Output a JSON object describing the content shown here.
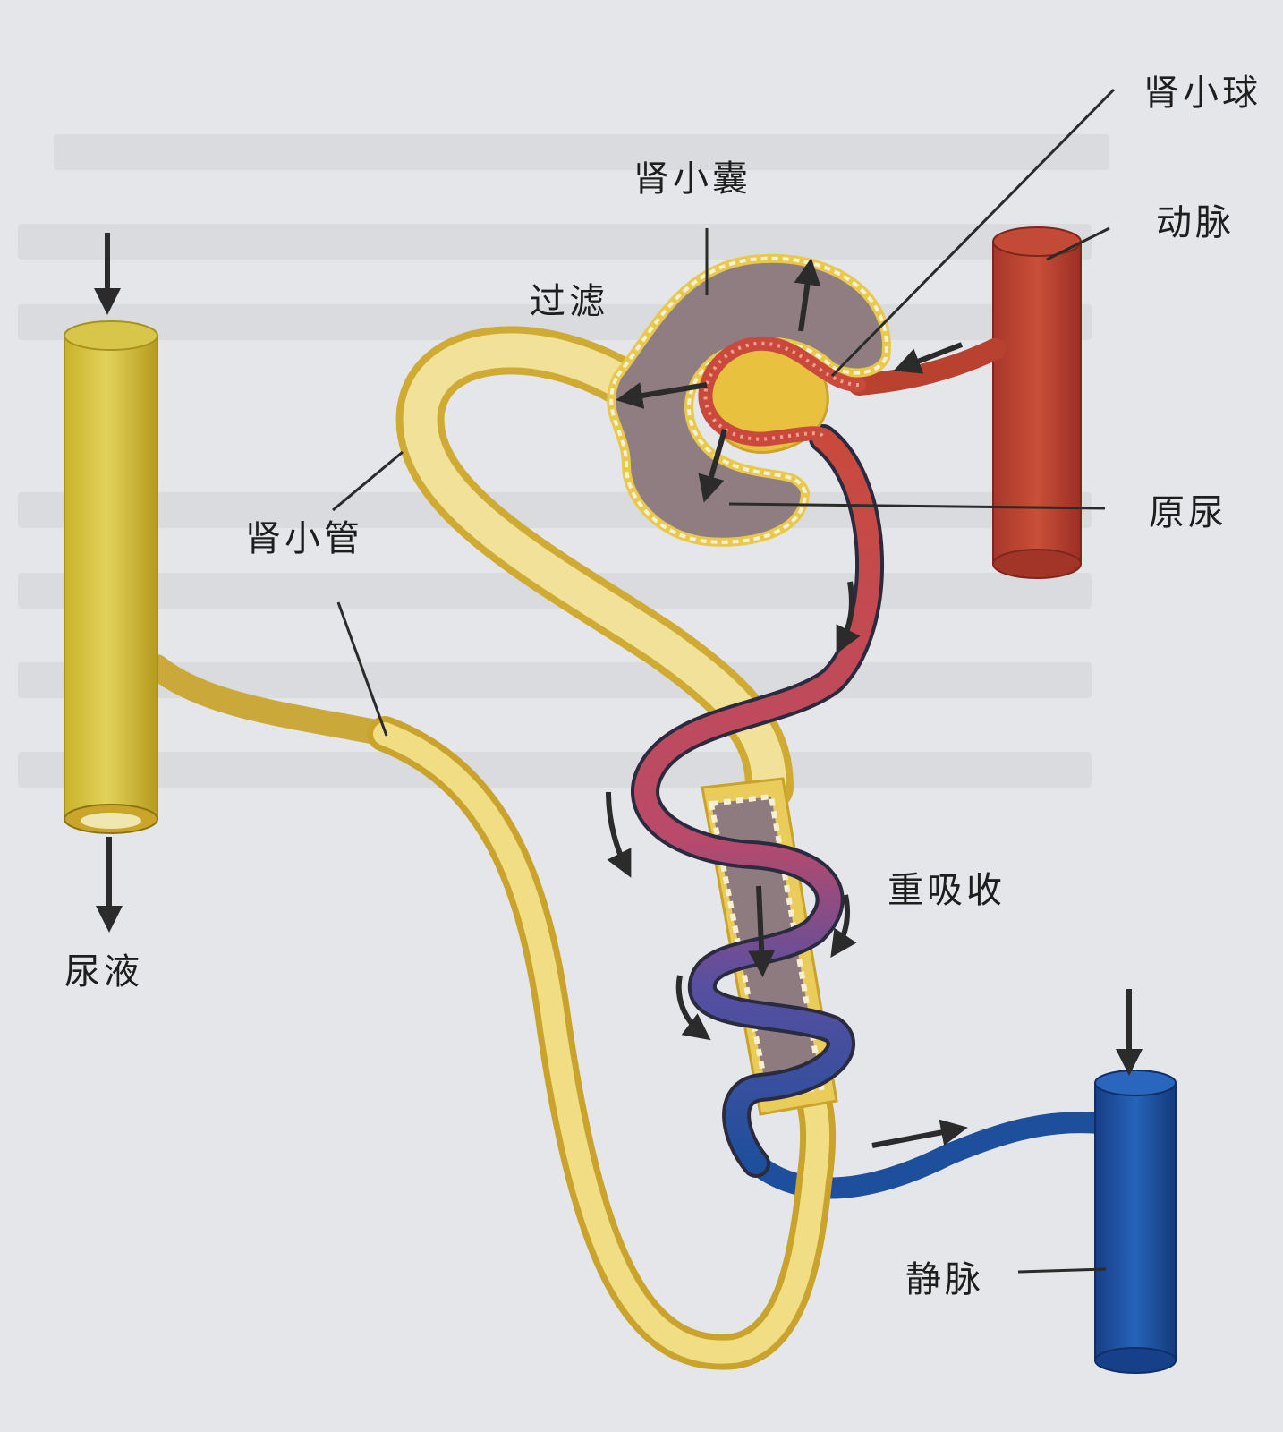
{
  "labels": {
    "glomerulus": "肾小球",
    "capsule": "肾小囊",
    "filtration": "过滤",
    "artery": "动脉",
    "primary_urine": "原尿",
    "tubule": "肾小管",
    "reabsorption": "重吸收",
    "urine": "尿液",
    "vein": "静脉"
  },
  "colors": {
    "background": "#e4e6ea",
    "tubule": "#e8c94c",
    "collecting_duct": "#d9c53d",
    "capsule": "#8f7d82",
    "glomerulus": "#e8c13e",
    "artery": "#b8422f",
    "vein": "#1d4f9c",
    "arrow": "#2b2b2b"
  }
}
